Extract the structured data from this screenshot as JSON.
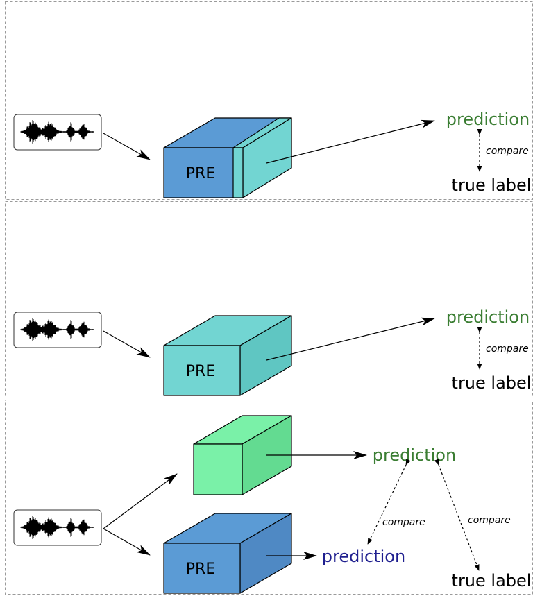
{
  "colors": {
    "pre_blue": "#5b9bd5",
    "pre_blue_dark": "#4f89c4",
    "cyan": "#72d5d2",
    "cyan_dark": "#5fc6c2",
    "green": "#7af1a8",
    "green_dark": "#63db91",
    "prediction_green": "#3a7d32",
    "prediction_blue": "#1f1f8f"
  },
  "panel1": {
    "model_label": "PRE",
    "prediction": "prediction",
    "compare": "compare",
    "true_label": "true label"
  },
  "panel2": {
    "model_label": "PRE",
    "prediction": "prediction",
    "compare": "compare",
    "true_label": "true label"
  },
  "panel3": {
    "teacher_prediction": "prediction",
    "model_label": "PRE",
    "student_prediction": "prediction",
    "compare_left": "compare",
    "compare_right": "compare",
    "true_label": "true label"
  }
}
